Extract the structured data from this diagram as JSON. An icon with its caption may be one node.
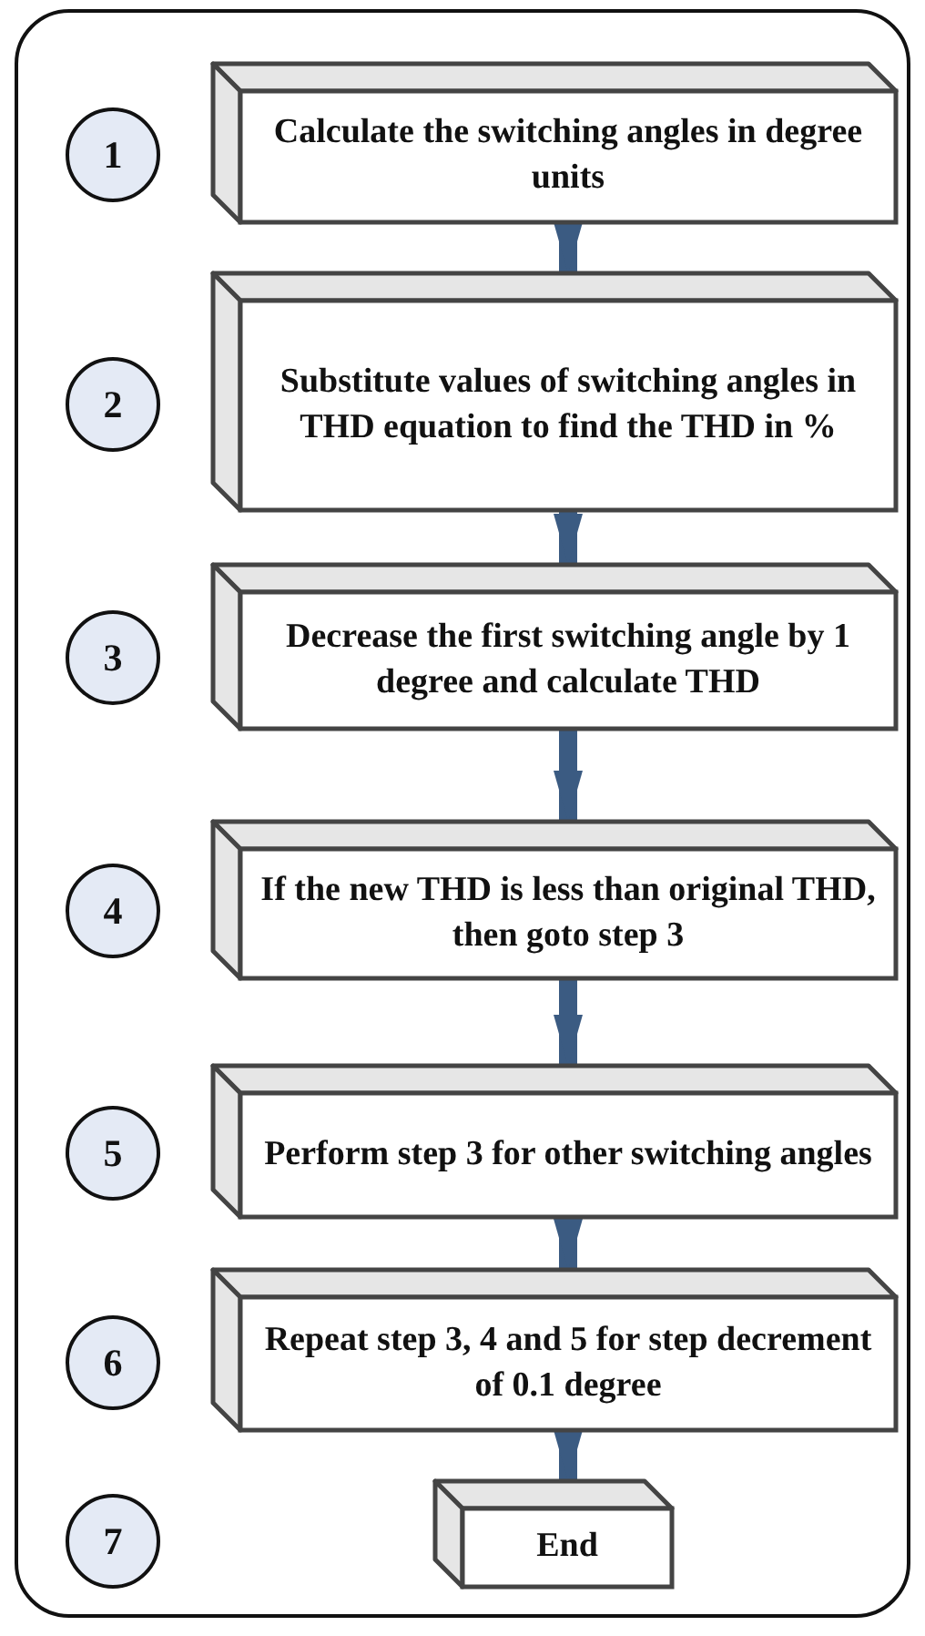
{
  "diagram": {
    "nodes": [
      {
        "text": [
          "1"
        ]
      },
      {
        "text": [
          "Calculate the switching angles in degree units"
        ]
      },
      {
        "text": [
          "2"
        ]
      },
      {
        "text": [
          "Substitute values of switching angles in THD equation to find the THD in %"
        ]
      },
      {
        "text": [
          "3"
        ]
      },
      {
        "text": [
          "Decrease the first switching angle by 1 degree and calculate THD"
        ]
      },
      {
        "text": [
          "4"
        ]
      },
      {
        "text": [
          "If the new THD is less than original THD, then goto step 3"
        ]
      },
      {
        "text": [
          "5"
        ]
      },
      {
        "text": [
          "Perform step 3 for other switching angles"
        ]
      },
      {
        "text": [
          "6"
        ]
      },
      {
        "text": [
          "Repeat step 3, 4 and 5 for step decrement of 0.1 degree"
        ]
      },
      {
        "text": [
          "7"
        ]
      },
      {
        "text": [
          "End"
        ]
      }
    ],
    "edges": [
      {
        "from": 1,
        "to": 3,
        "arrow": "to"
      },
      {
        "from": 3,
        "to": 5,
        "arrow": "to"
      },
      {
        "from": 5,
        "to": 7,
        "arrow": "to"
      },
      {
        "from": 7,
        "to": 9,
        "arrow": "to"
      },
      {
        "from": 9,
        "to": 11,
        "arrow": "to"
      },
      {
        "from": 11,
        "to": 13,
        "arrow": "to"
      }
    ]
  }
}
